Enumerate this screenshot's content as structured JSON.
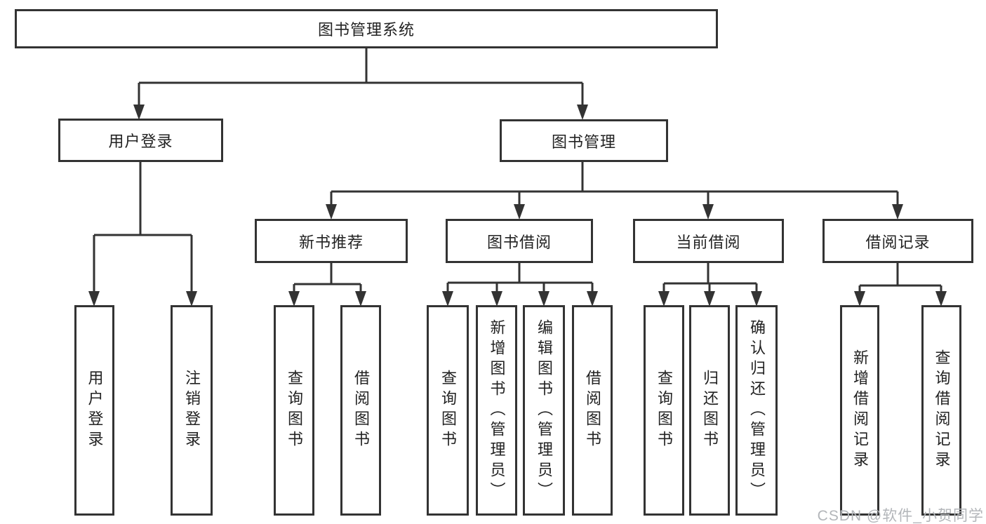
{
  "diagram_title": "图书管理系统",
  "nodes": {
    "root": {
      "label": "图书管理系统"
    },
    "level2": [
      {
        "label": "用户登录"
      },
      {
        "label": "图书管理"
      }
    ],
    "level3": [
      {
        "label": "新书推荐",
        "parent": "图书管理"
      },
      {
        "label": "图书借阅",
        "parent": "图书管理"
      },
      {
        "label": "当前借阅",
        "parent": "图书管理"
      },
      {
        "label": "借阅记录",
        "parent": "图书管理"
      }
    ],
    "leaves": [
      {
        "label": "用户登录",
        "parent": "用户登录"
      },
      {
        "label": "注销登录",
        "parent": "用户登录"
      },
      {
        "label": "查询图书",
        "parent": "新书推荐"
      },
      {
        "label": "借阅图书",
        "parent": "新书推荐"
      },
      {
        "label": "查询图书",
        "parent": "图书借阅"
      },
      {
        "label": "新增图书（管理员）",
        "parent": "图书借阅"
      },
      {
        "label": "编辑图书（管理员）",
        "parent": "图书借阅"
      },
      {
        "label": "借阅图书",
        "parent": "图书借阅"
      },
      {
        "label": "查询图书",
        "parent": "当前借阅"
      },
      {
        "label": "归还图书",
        "parent": "当前借阅"
      },
      {
        "label": "确认归还（管理员）",
        "parent": "当前借阅"
      },
      {
        "label": "新增借阅记录",
        "parent": "借阅记录"
      },
      {
        "label": "查询借阅记录",
        "parent": "借阅记录"
      }
    ]
  },
  "watermark": "CSDN @软件_小贺同学",
  "colors": {
    "line": "#333333",
    "text": "#222222",
    "background": "#ffffff",
    "watermark": "#b3b6ba"
  }
}
